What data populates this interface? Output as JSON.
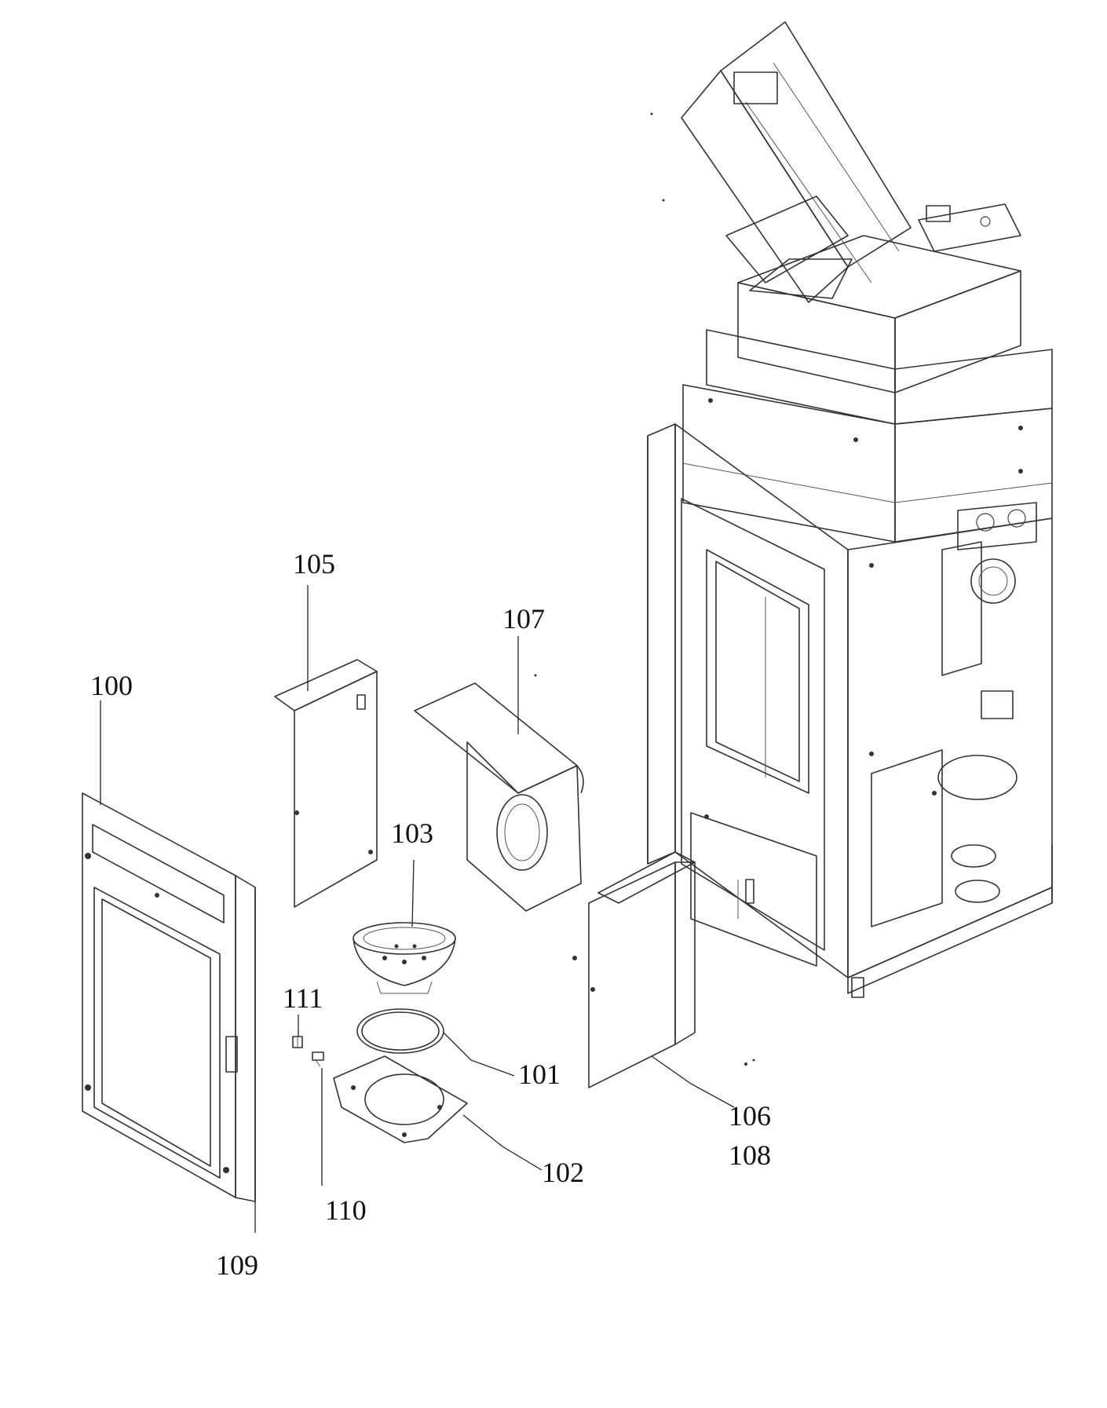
{
  "callouts": {
    "c100": "100",
    "c101": "101",
    "c102": "102",
    "c103": "103",
    "c105": "105",
    "c106": "106",
    "c107": "107",
    "c108": "108",
    "c109": "109",
    "c110": "110",
    "c111": "111"
  },
  "colors": {
    "line": "#333333",
    "background": "#ffffff"
  }
}
